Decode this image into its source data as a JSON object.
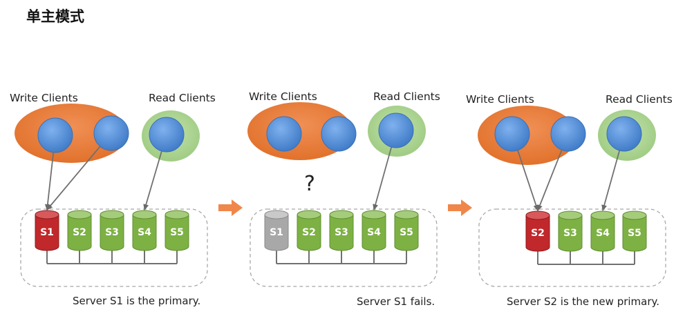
{
  "title": "单主模式",
  "colors": {
    "write_group": "#E77A34",
    "read_group": "#A9D18E",
    "client": "#4A89D6",
    "primary": "#C0282B",
    "secondary": "#7DB144",
    "failed": "#A8A8A8",
    "step_arrow": "#F0874A",
    "connection": "#707070"
  },
  "panels": [
    {
      "write_label": "Write Clients",
      "read_label": "Read Clients",
      "caption": "Server S1 is the primary.",
      "question": "",
      "servers": [
        {
          "label": "S1",
          "state": "primary"
        },
        {
          "label": "S2",
          "state": "secondary"
        },
        {
          "label": "S3",
          "state": "secondary"
        },
        {
          "label": "S4",
          "state": "secondary"
        },
        {
          "label": "S5",
          "state": "secondary"
        }
      ]
    },
    {
      "write_label": "Write Clients",
      "read_label": "Read Clients",
      "caption": "Server S1 fails.",
      "question": "?",
      "servers": [
        {
          "label": "S1",
          "state": "failed"
        },
        {
          "label": "S2",
          "state": "secondary"
        },
        {
          "label": "S3",
          "state": "secondary"
        },
        {
          "label": "S4",
          "state": "secondary"
        },
        {
          "label": "S5",
          "state": "secondary"
        }
      ]
    },
    {
      "write_label": "Write Clients",
      "read_label": "Read Clients",
      "caption": "Server S2 is the new primary.",
      "question": "",
      "servers": [
        {
          "label": "S2",
          "state": "primary"
        },
        {
          "label": "S3",
          "state": "secondary"
        },
        {
          "label": "S4",
          "state": "secondary"
        },
        {
          "label": "S5",
          "state": "secondary"
        }
      ]
    }
  ]
}
